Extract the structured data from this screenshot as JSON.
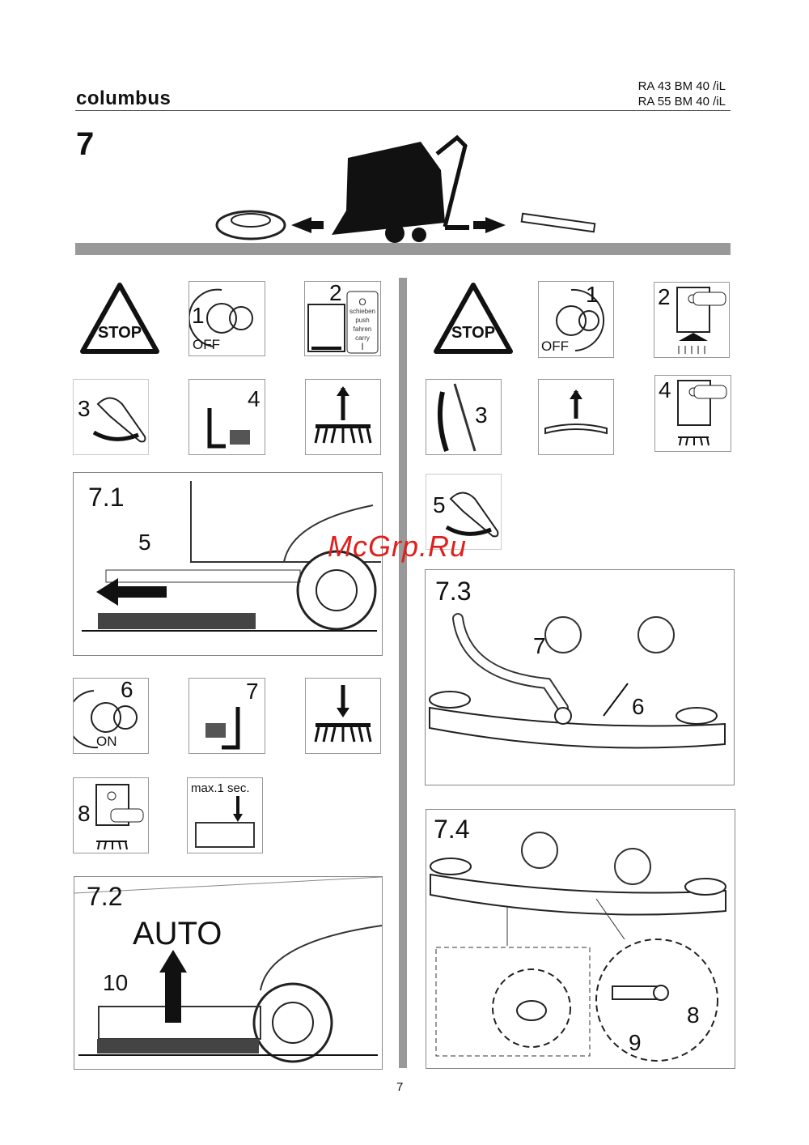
{
  "header": {
    "brand": "columbus",
    "models": [
      "RA 43 BM 40 /iL",
      "RA 55 BM 40 /iL"
    ]
  },
  "section": "7",
  "left": {
    "stop": "STOP",
    "step1": {
      "num": "1",
      "label": "OFF"
    },
    "step2": {
      "num": "2",
      "switch_off": "O",
      "push_de": "schieben",
      "push_en": "push",
      "carry_de": "fahren",
      "carry_en": "carry",
      "switch_on": "I"
    },
    "step3": "3",
    "step4": "4",
    "fig71": {
      "title": "7.1",
      "label": "5"
    },
    "step6": {
      "num": "6",
      "label": "ON"
    },
    "step7": "7",
    "step8": "8",
    "max": "max.1 sec.",
    "fig72": {
      "title": "7.2",
      "auto": "AUTO",
      "label": "10"
    }
  },
  "right": {
    "stop": "STOP",
    "step1": {
      "num": "1",
      "label": "OFF"
    },
    "step2": "2",
    "step3": "3",
    "step4": "4",
    "step5": "5",
    "fig73": {
      "title": "7.3",
      "label7": "7",
      "label6": "6"
    },
    "fig74": {
      "title": "7.4",
      "label8": "8",
      "label9": "9"
    }
  },
  "watermark": "McGrp.Ru",
  "page_number": "7"
}
